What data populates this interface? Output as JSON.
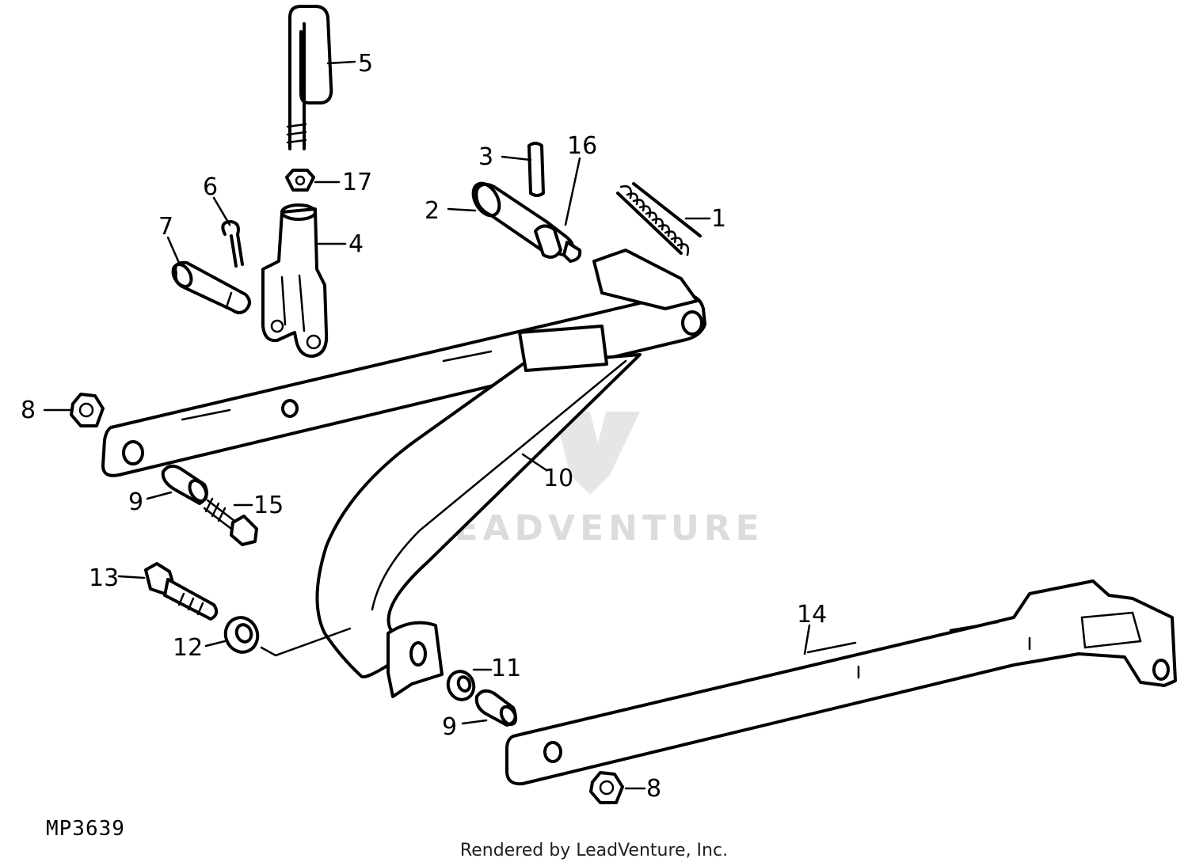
{
  "watermark": {
    "text": "LEADVENTURE",
    "logo_icon": "leadventure-logo-icon",
    "color": "#dcdcdc"
  },
  "figure_code": "MP3639",
  "credit": "Rendered by LeadVenture, Inc.",
  "callouts": {
    "c1": "1",
    "c2": "2",
    "c3": "3",
    "c4": "4",
    "c5": "5",
    "c6": "6",
    "c7": "7",
    "c8_left": "8",
    "c8_right": "8",
    "c9_upper": "9",
    "c9_lower": "9",
    "c10": "10",
    "c11": "11",
    "c12": "12",
    "c13": "13",
    "c14": "14",
    "c15": "15",
    "c16": "16",
    "c17": "17"
  },
  "line_color": "#000000"
}
